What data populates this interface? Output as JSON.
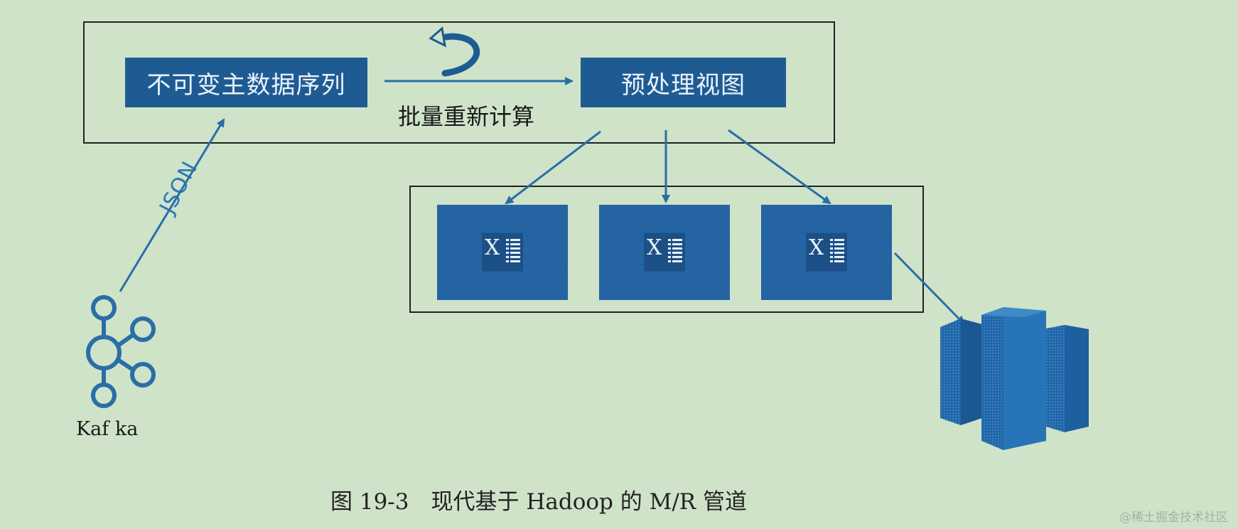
{
  "diagram": {
    "source_box_label": "不可变主数据序列",
    "view_box_label": "预处理视图",
    "batch_label": "批量重新计算",
    "json_label": "JSON",
    "kafka_label": "Kaf ka",
    "excel_tiles": [
      {
        "letter": "X"
      },
      {
        "letter": "X"
      },
      {
        "letter": "X"
      }
    ],
    "icons": {
      "recompute": "curved-return-arrow-icon",
      "kafka": "kafka-icon",
      "excel": "excel-icon",
      "hadoop_store": "hadoop-tower-icon"
    },
    "colors": {
      "background": "#cfe3c9",
      "box_blue": "#1f5b93",
      "arrow_blue": "#2a6ea6"
    }
  },
  "caption": "图 19-3　现代基于 Hadoop 的 M/R 管道",
  "watermark": "@稀土掘金技术社区"
}
